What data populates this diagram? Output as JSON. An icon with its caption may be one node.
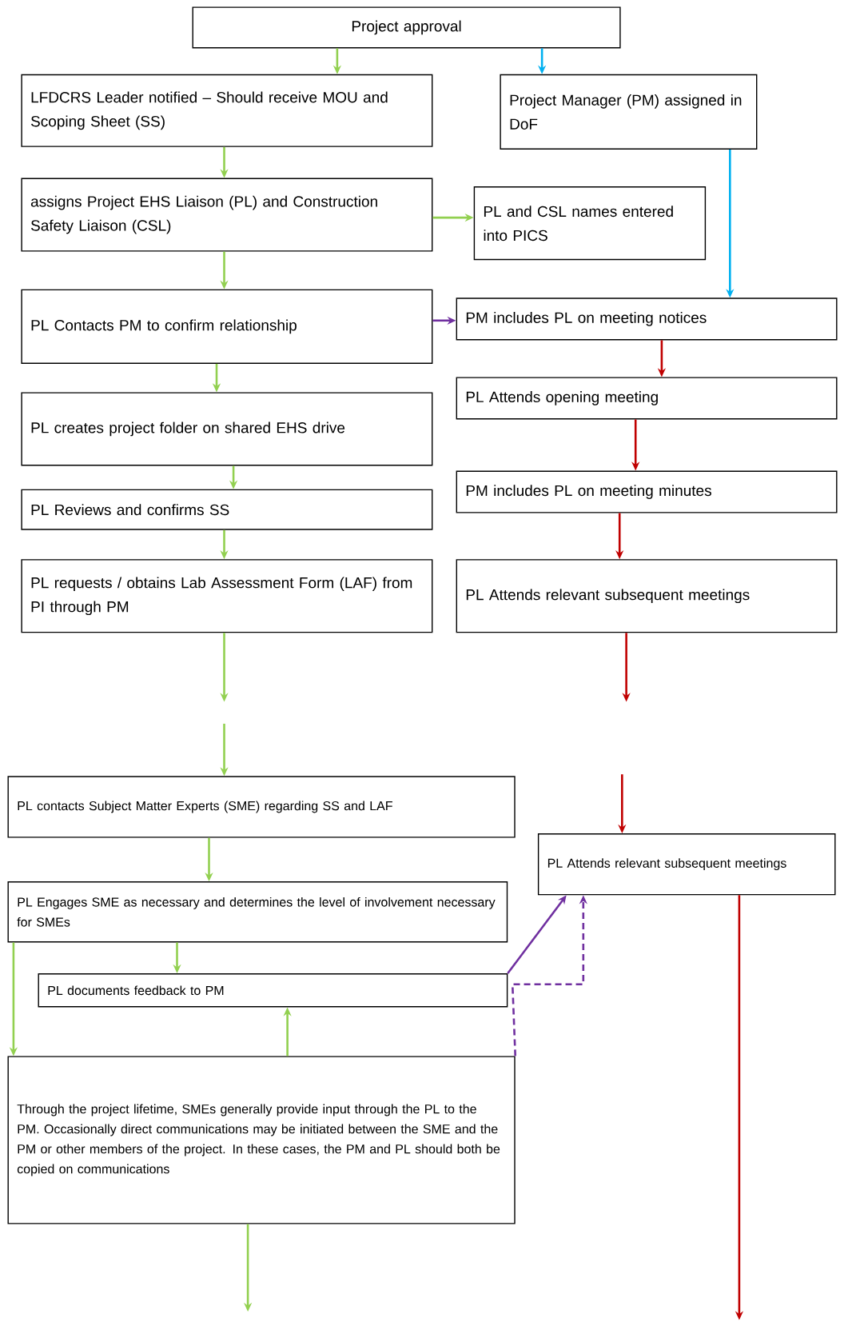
{
  "diagram": {
    "nodes": [
      {
        "text": [
          "Project approval"
        ]
      },
      {
        "text": [
          "LFDCRS Leader notified – Should receive MOU and Scoping Sheet (SS)"
        ]
      },
      {
        "text": [
          "Project Manager (PM) assigned in DoF"
        ]
      },
      {
        "text": [
          "assigns Project EHS Liaison (PL) and Construction Safety Liaison (CSL)"
        ]
      },
      {
        "text": [
          "PL and CSL names entered into PICS"
        ]
      },
      {
        "text": [
          "PL Contacts PM to confirm relationship"
        ]
      },
      {
        "text": [
          "PM includes PL on meeting notices"
        ]
      },
      {
        "text": [
          "PL creates project folder on shared EHS drive"
        ]
      },
      {
        "text": [
          "PL Attends opening meeting"
        ]
      },
      {
        "text": [
          "PL Reviews and confirms SS"
        ]
      },
      {
        "text": [
          "PM includes PL on meeting minutes"
        ]
      },
      {
        "text": [
          "PL requests / obtains Lab Assessment Form (LAF) from PI through PM"
        ]
      },
      {
        "text": [
          "PL Attends relevant subsequent meetings"
        ]
      },
      {
        "text": [
          "PL contacts Subject Matter Experts (SME) regarding SS and LAF"
        ]
      },
      {
        "text": [
          "PL Attends relevant subsequent meetings"
        ]
      },
      {
        "text": [
          "PL Engages SME as necessary and determines the level of involvement necessary for SMEs"
        ]
      },
      {
        "text": [
          "PL documents feedback to PM"
        ]
      },
      {
        "text": [
          "Through the project lifetime, SMEs generally provide input through the PL to the PM. Occasionally direct communications may be initiated between the SME and the PM or other members of the project.  In these cases, the PM and PL should both be copied on communications"
        ]
      }
    ],
    "edges": [
      {
        "from": 0,
        "to": 1,
        "arrow": "to"
      },
      {
        "from": 0,
        "to": 2,
        "arrow": "to",
        "color": "#00b0f0"
      },
      {
        "from": 1,
        "to": 3,
        "arrow": "to"
      },
      {
        "from": 3,
        "to": 4,
        "arrow": "to"
      },
      {
        "from": 2,
        "to": 6,
        "arrow": "to",
        "color": "#00b0f0"
      },
      {
        "from": 3,
        "to": 5,
        "arrow": "to"
      },
      {
        "from": 5,
        "to": 6,
        "arrow": "to",
        "color": "#7030a0"
      },
      {
        "from": 5,
        "to": 7,
        "arrow": "to"
      },
      {
        "from": 6,
        "to": 8,
        "arrow": "to",
        "color": "#c00000"
      },
      {
        "from": 7,
        "to": 9,
        "arrow": "to"
      },
      {
        "from": 8,
        "to": 10,
        "arrow": "to",
        "color": "#c00000"
      },
      {
        "from": 9,
        "to": 11,
        "arrow": "to"
      },
      {
        "from": 10,
        "to": 12,
        "arrow": "to",
        "color": "#c00000"
      },
      {
        "from": 11,
        "to": null,
        "arrow": "to"
      },
      {
        "from": null,
        "to": 13,
        "arrow": "to"
      },
      {
        "from": 12,
        "to": null,
        "arrow": "to",
        "color": "#c00000"
      },
      {
        "from": null,
        "to": 14,
        "arrow": "to",
        "color": "#c00000"
      },
      {
        "from": 13,
        "to": 15,
        "arrow": "to"
      },
      {
        "from": 15,
        "to": 16,
        "arrow": "to"
      },
      {
        "from": 15,
        "to": 17,
        "arrow": "to"
      },
      {
        "from": 17,
        "to": 16,
        "arrow": "to"
      },
      {
        "from": 16,
        "to": 14,
        "arrow": "to",
        "color": "#7030a0"
      },
      {
        "from": 17,
        "to": 14,
        "arrow": "to",
        "style": "dashed",
        "color": "#7030a0"
      },
      {
        "from": 17,
        "to": null,
        "arrow": "to"
      },
      {
        "from": 14,
        "to": null,
        "arrow": "to",
        "color": "#c00000"
      }
    ]
  }
}
